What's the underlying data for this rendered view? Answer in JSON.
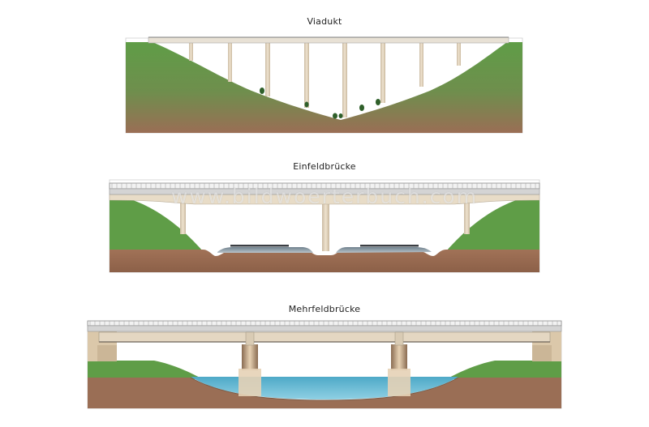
{
  "diagram": {
    "viaduct": {
      "title": "Viadukt"
    },
    "single_span": {
      "title": "Einfeldbrücke"
    },
    "multi_span": {
      "title": "Mehrfeldbrücke"
    }
  },
  "watermark": "www.bildwoerterbuch.com",
  "colors": {
    "grass": "#5e9a48",
    "earth": "#9a7055",
    "concrete": "#e6d7bf",
    "water": "#6cb7cf",
    "deck": "#d9d9d9"
  }
}
